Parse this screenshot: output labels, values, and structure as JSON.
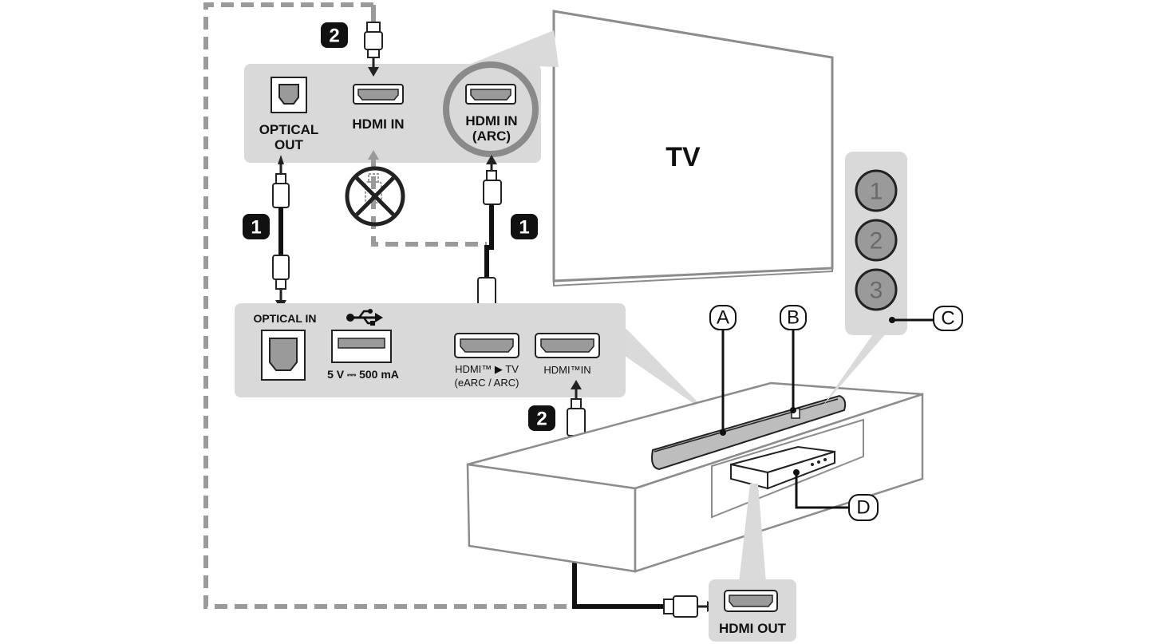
{
  "tv": {
    "label": "TV"
  },
  "tv_panel": {
    "optical_out_line1": "OPTICAL",
    "optical_out_line2": "OUT",
    "hdmi_in": "HDMI IN",
    "hdmi_in_arc_line1": "HDMI IN",
    "hdmi_in_arc_line2": "(ARC)"
  },
  "soundbar_panel": {
    "optical_in": "OPTICAL IN",
    "usb_rating": "5 V ⎓ 500 mA",
    "hdmi_tv_line1": "HDMI™ ▶ TV",
    "hdmi_tv_line2": "(eARC / ARC)",
    "hdmi_in": "HDMI™IN"
  },
  "source_panel": {
    "hdmi_out": "HDMI OUT"
  },
  "steps": {
    "step1": "1",
    "step2": "2"
  },
  "callouts": {
    "a": "A",
    "b": "B",
    "c": "C",
    "d": "D"
  },
  "remote_buttons": [
    "1",
    "2",
    "3"
  ],
  "colors": {
    "panel": "#d9d9d9",
    "cable": "#111111",
    "dashed": "#9a9a9a",
    "outline": "#8c8c8c"
  }
}
